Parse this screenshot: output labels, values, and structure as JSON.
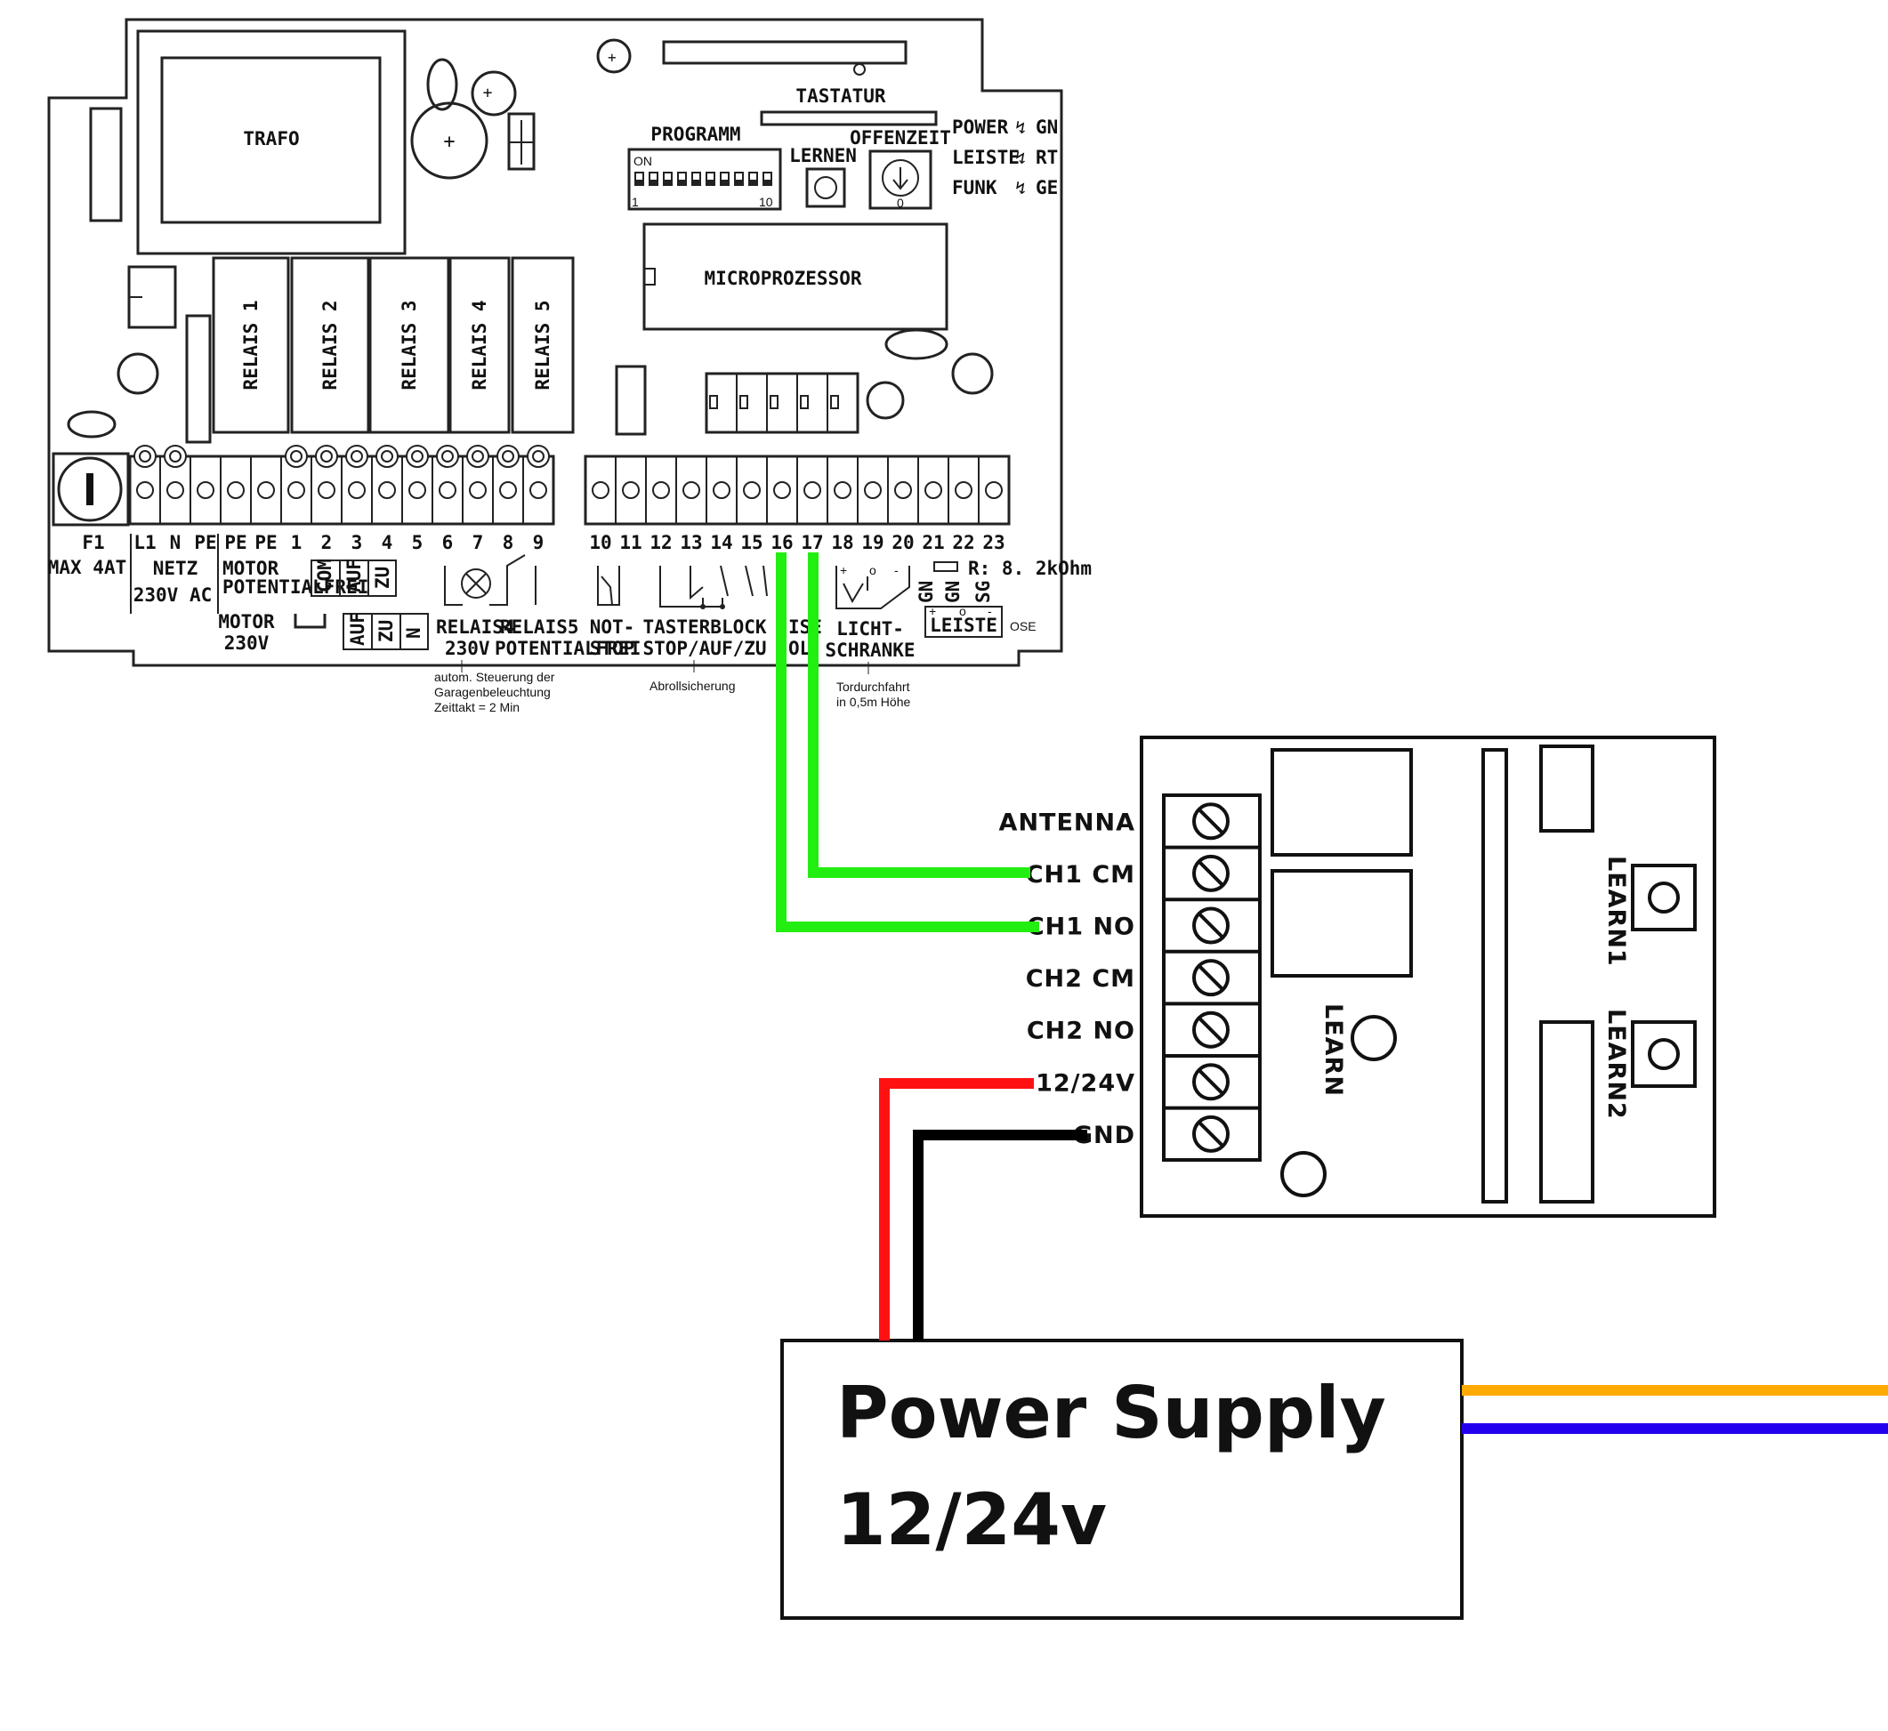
{
  "board": {
    "trafo": "TRAFO",
    "relays": [
      "RELAIS 1",
      "RELAIS 2",
      "RELAIS 3",
      "RELAIS 4",
      "RELAIS 5"
    ],
    "tastatur": "TASTATUR",
    "programm": "PROGRAMM",
    "dip_on": "ON",
    "dip_start": "1",
    "dip_end": "10",
    "lernen": "LERNEN",
    "offenzeit": "OFFENZEIT",
    "offenzeit_zero": "0",
    "led_power": "POWER",
    "led_power_color": "GN",
    "led_leiste": "LEISTE",
    "led_leiste_color": "RT",
    "led_funk": "FUNK",
    "led_funk_color": "GE",
    "micro": "MICROPROZESSOR",
    "fuse_label": "F1",
    "fuse_rating": "MAX 4AT",
    "term_left": [
      "L1",
      "N",
      "PE",
      "PE",
      "PE",
      "1",
      "2",
      "3",
      "4",
      "5",
      "6",
      "7",
      "8",
      "9"
    ],
    "term_right": [
      "10",
      "11",
      "12",
      "13",
      "14",
      "15",
      "16",
      "17",
      "18",
      "19",
      "20",
      "21",
      "22",
      "23"
    ],
    "netz": "NETZ",
    "netz_v": "230V AC",
    "motor_pf": "MOTOR",
    "motor_pf2": "POTENTIALFREI",
    "motor_230": "MOTOR",
    "motor_230v": "230V",
    "com": "COM",
    "auf": "AUF",
    "zu": "ZU",
    "n": "N",
    "relais4": "RELAIS4",
    "relais4_v": "230V",
    "relais5": "RELAIS5",
    "relais5_pf": "POTENTIALFREI",
    "notstop": "NOT-",
    "notstop2": "STOP",
    "tasterblock": "TASTERBLOCK",
    "tasterblock2": "STOP/AUF/ZU",
    "ose_partial": "ISE",
    "ose_partial2": "OL",
    "licht": "LICHT-",
    "licht2": "SCHRANKE",
    "resistor": "R: 8. 2kOhm",
    "leiste": "LEISTE",
    "ose": "OSE",
    "sig_labels": [
      "GN",
      "GN",
      "SG"
    ],
    "note_relais4": [
      "autom. Steuerung der",
      "Garagenbeleuchtung",
      "Zeittakt = 2 Min"
    ],
    "note_taster": "Abrollsicherung",
    "note_licht": [
      "Tordurchfahrt",
      "in 0,5m Höhe"
    ]
  },
  "receiver": {
    "pins": [
      "ANTENNA",
      "CH1 CM",
      "CH1 NO",
      "CH2 CM",
      "CH2 NO",
      "12/24V",
      "GND"
    ],
    "learn": "LEARN",
    "learn1": "LEARN1",
    "learn2": "LEARN2"
  },
  "power_supply": {
    "line1": "Power Supply",
    "line2": "12/24v"
  },
  "colors": {
    "wire_green": "#22ee11",
    "wire_red": "#ff1111",
    "wire_black": "#000000",
    "wire_orange": "#ffaa00",
    "wire_blue": "#2200ee"
  }
}
